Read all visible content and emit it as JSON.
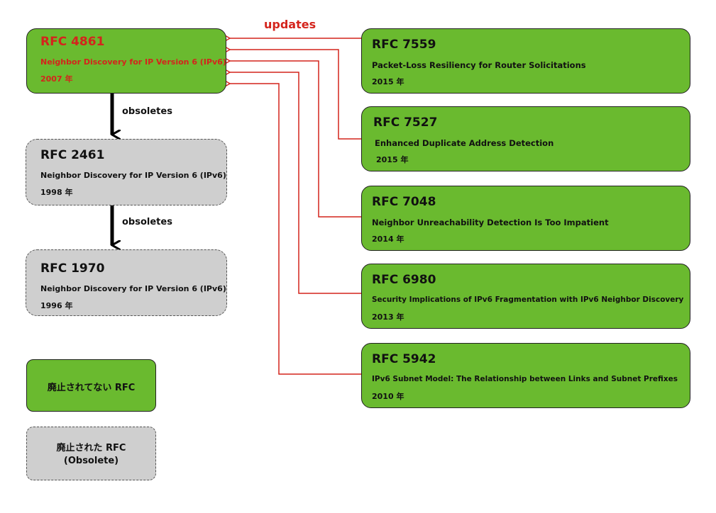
{
  "main": {
    "title": "RFC 4861",
    "description": "Neighbor Discovery for IP Version 6 (IPv6)",
    "year": "2007 年"
  },
  "obsoleted": [
    {
      "title": "RFC 2461",
      "description": "Neighbor Discovery for IP Version 6 (IPv6)",
      "year": "1998 年"
    },
    {
      "title": "RFC 1970",
      "description": "Neighbor Discovery for IP Version 6 (IPv6)",
      "year": "1996 年"
    }
  ],
  "updaters": [
    {
      "title": "RFC 7559",
      "description": "Packet-Loss Resiliency for Router Solicitations",
      "year": "2015 年"
    },
    {
      "title": "RFC 7527",
      "description": "Enhanced Duplicate Address Detection",
      "year": "2015 年"
    },
    {
      "title": "RFC 7048",
      "description": "Neighbor Unreachability Detection Is Too Impatient",
      "year": "2014 年"
    },
    {
      "title": "RFC 6980",
      "description": "Security Implications of IPv6 Fragmentation with IPv6 Neighbor Discovery",
      "year": "2013 年"
    },
    {
      "title": "RFC 5942",
      "description": "IPv6 Subnet Model: The Relationship between Links and Subnet Prefixes",
      "year": "2010 年"
    }
  ],
  "edges": {
    "updates_label": "updates",
    "obsoletes_label_1": "obsoletes",
    "obsoletes_label_2": "obsoletes"
  },
  "legend": {
    "active_label": "廃止されてない RFC",
    "obsolete_label_line1": "廃止された RFC",
    "obsolete_label_line2": "(Obsolete)"
  },
  "colors": {
    "active_fill": "#6aba2f",
    "obsolete_fill": "#cfcfcf",
    "updates_line": "#d4241c",
    "main_text": "#d4241c"
  }
}
